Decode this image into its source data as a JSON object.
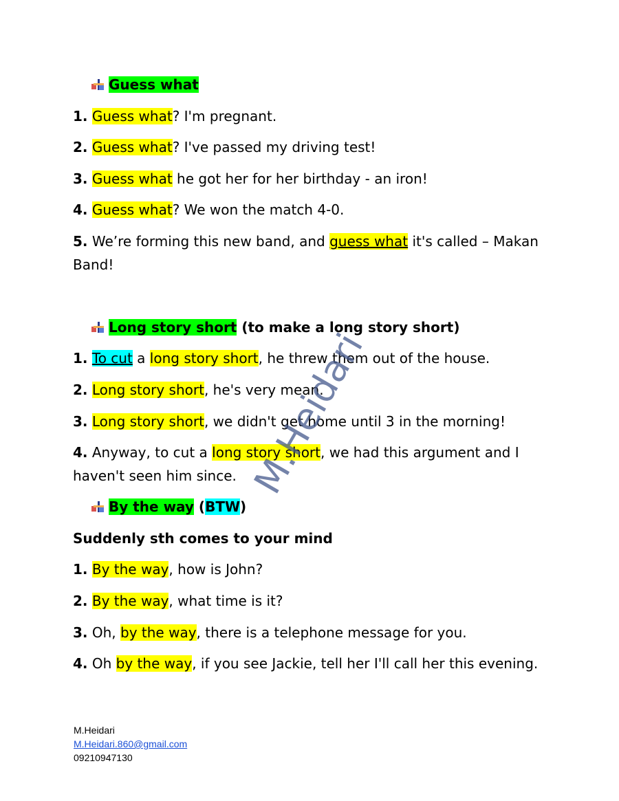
{
  "sections": {
    "guess_what": {
      "heading": "Guess what",
      "items": [
        {
          "num": "1.",
          "hl": "Guess what",
          "rest": "? I'm pregnant."
        },
        {
          "num": "2.",
          "hl": "Guess what",
          "rest": "? I've passed my driving test!"
        },
        {
          "num": "3.",
          "hl": "Guess what",
          "rest": " he got her for her birthday - an iron!"
        },
        {
          "num": "4.",
          "hl": "Guess what",
          "rest": "? We won the match 4-0."
        },
        {
          "num": "5.",
          "pre": " We’re forming this new band, and ",
          "hl": "guess what",
          "rest": " it's called – Makan Band!"
        }
      ]
    },
    "long_story": {
      "heading": "Long story short",
      "heading_extra": " (to make a long story short)",
      "items": [
        {
          "num": "1.",
          "cyan": "To cut",
          "mid": " a ",
          "hl": "long story short",
          "rest": ", he threw them out of the house."
        },
        {
          "num": "2.",
          "hl": "Long story short",
          "rest": ", he's very mean."
        },
        {
          "num": "3.",
          "hl": "Long story short",
          "rest": ", we didn't get home until 3 in the morning!"
        },
        {
          "num": "4.",
          "pre": " Anyway, to cut a ",
          "hl": "long story short",
          "rest": ", we had this argument and I haven't seen him since."
        }
      ]
    },
    "by_the_way": {
      "heading": "By the way",
      "paren_open": " (",
      "abbr": "BTW",
      "paren_close": ")",
      "subheading": "Suddenly sth comes to your mind",
      "items": [
        {
          "num": "1.",
          "hl": "By the way",
          "rest": ", how is John?"
        },
        {
          "num": "2.",
          "hl": "By the way",
          "rest": ", what time is it?"
        },
        {
          "num": "3.",
          "pre": " Oh, ",
          "hl": "by the way",
          "rest": ", there is a telephone message for you."
        },
        {
          "num": "4.",
          "pre": " Oh ",
          "hl": "by the way",
          "rest": ", if you see Jackie, tell her I'll call her this evening."
        }
      ]
    }
  },
  "watermark": "M.Heidari",
  "footer": {
    "name": "M.Heidari",
    "email": "M.Heidari.860@gmail.com",
    "phone": "09210947130"
  },
  "colors": {
    "highlight_yellow": "#ffff00",
    "highlight_green": "#00ff00",
    "highlight_cyan": "#00ffff"
  },
  "icons": {
    "heading_bullet": "bullet-icon"
  }
}
